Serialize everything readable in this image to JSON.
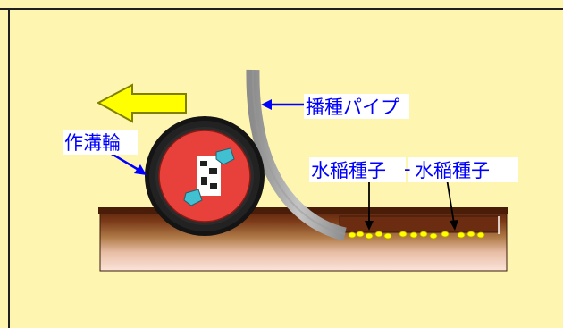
{
  "diagram": {
    "labels": {
      "seeding_pipe": "播種パイプ",
      "furrow_wheel": "作溝輪",
      "rice_seed_1": "水稲種子",
      "rice_seed_2": "水稲種子"
    },
    "colors": {
      "background": "#fef6b0",
      "frame": "#202020",
      "arrow_fill": "#ffff00",
      "arrow_stroke": "#808000",
      "pointer": "#0000ff",
      "label_text": "#0000ff",
      "pipe": "#a8a8a8",
      "tire": "#141414",
      "hub": "#e8403a",
      "hub_parts": "#40c0d0",
      "soil_dark": "#6b2c12",
      "soil_light": "#f3cfc4",
      "seed": "#ffff00"
    },
    "icons": [
      "left-arrow-icon",
      "wheel-icon",
      "seed-icon"
    ]
  }
}
